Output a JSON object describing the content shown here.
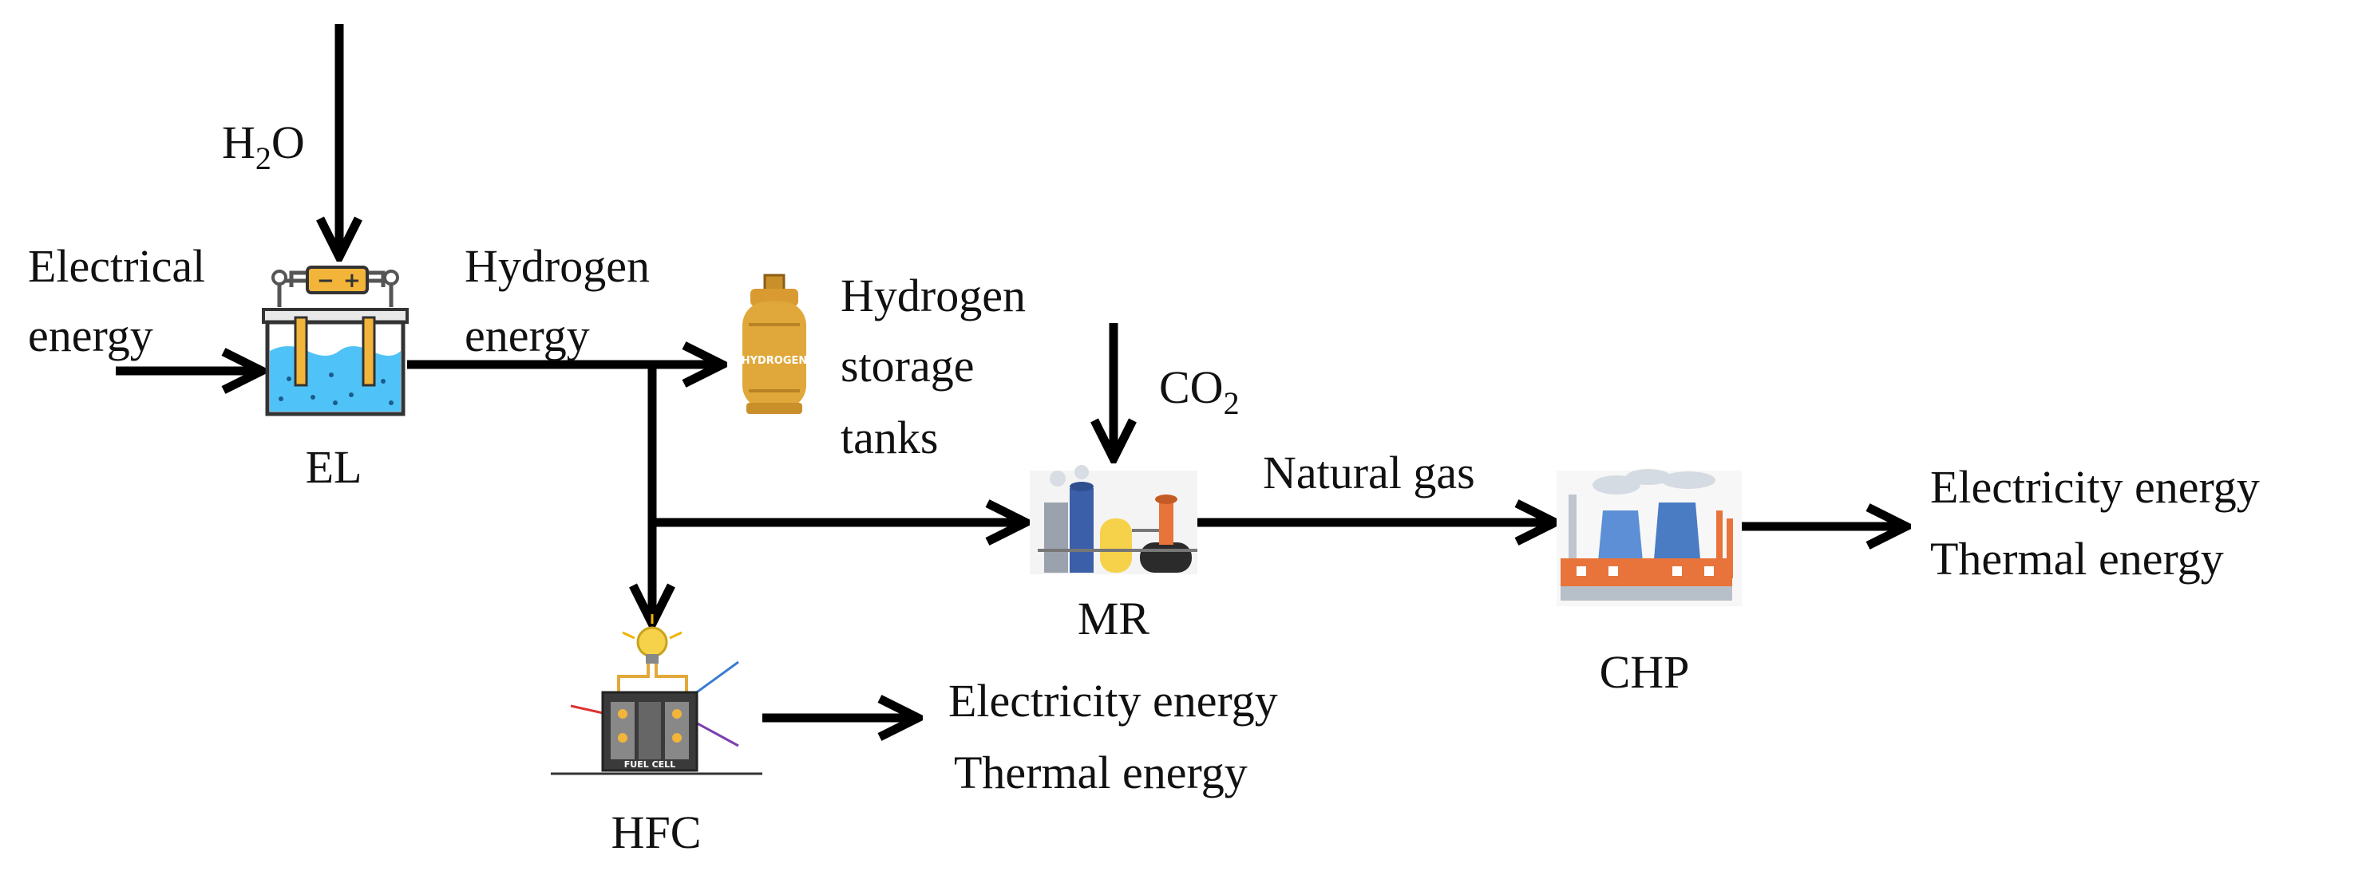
{
  "inputs": {
    "water_main": "H",
    "water_sub": "2",
    "water_tail": "O",
    "electrical_line1": "Electrical",
    "electrical_line2": "energy",
    "co2_main": "CO",
    "co2_sub": "2"
  },
  "flows": {
    "hydrogen_line1": "Hydrogen",
    "hydrogen_line2": "energy",
    "natural_gas": "Natural gas"
  },
  "nodes": {
    "el": "EL",
    "storage_line1": "Hydrogen",
    "storage_line2": "storage",
    "storage_line3": "tanks",
    "storage_tank_text": "HYDROGEN",
    "mr": "MR",
    "hfc": "HFC",
    "hfc_cell_text": "FUEL CELL",
    "chp": "CHP"
  },
  "outputs": {
    "hfc_line1": "Electricity energy",
    "hfc_line2": "Thermal energy",
    "chp_line1": "Electricity energy",
    "chp_line2": "Thermal energy"
  },
  "colors": {
    "electrolyte": "#4fc3f7",
    "tank": "#e0a83a",
    "bulb": "#f6d24a",
    "plant_blue": "#5c8fd6",
    "plant_orange": "#e8743b"
  }
}
